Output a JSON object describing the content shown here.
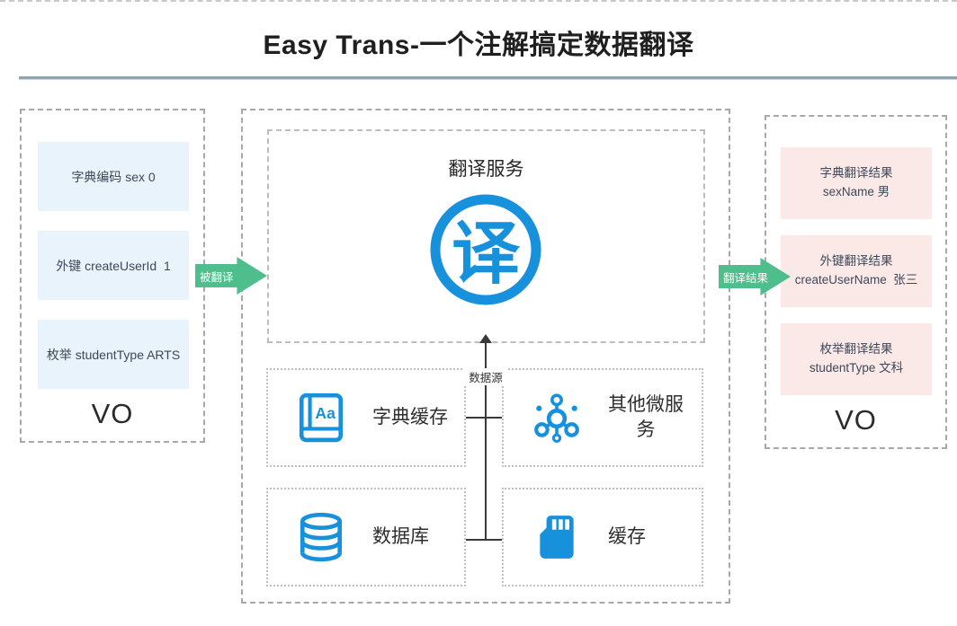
{
  "title": "Easy Trans-一个注解搞定数据翻译",
  "colors": {
    "blue": "#1791dc",
    "green": "#4ebe8c",
    "light_blue_box": "#e8f3fb",
    "pink_box": "#fbe9e8",
    "divider": "#8da5b7"
  },
  "left_panel": {
    "items": [
      "字典编码 sex 0",
      "外键 createUserId  1",
      "枚举 studentType ARTS"
    ],
    "footer": "VO"
  },
  "arrows": {
    "left": "被翻译",
    "right": "翻译结果"
  },
  "service": {
    "title": "翻译服务",
    "logo_char": "译",
    "datasource_label": "数据源"
  },
  "sources": [
    {
      "label": "字典缓存",
      "icon": "book-icon",
      "icon_text": "Aa"
    },
    {
      "label": "其他微服务",
      "icon": "network-hub-icon"
    },
    {
      "label": "数据库",
      "icon": "database-icon"
    },
    {
      "label": "缓存",
      "icon": "sd-card-icon"
    }
  ],
  "right_panel": {
    "items": [
      {
        "line1": "字典翻译结果",
        "line2": "sexName 男"
      },
      {
        "line1": "外键翻译结果",
        "line2": "createUserName  张三"
      },
      {
        "line1": "枚举翻译结果",
        "line2": "studentType 文科"
      }
    ],
    "footer": "VO"
  }
}
